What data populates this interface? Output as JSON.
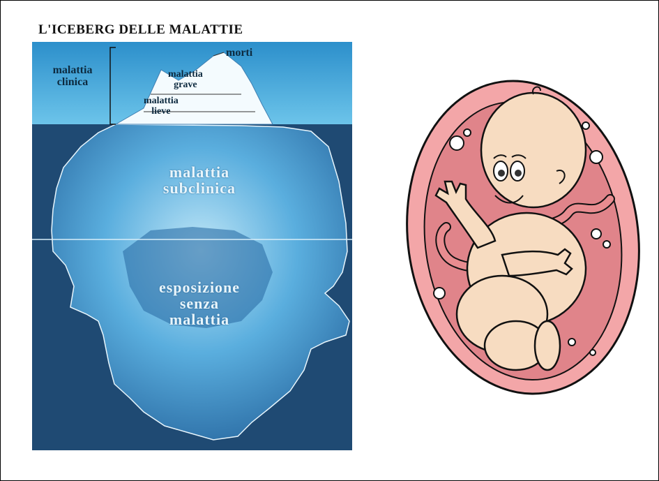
{
  "iceberg": {
    "title": "L'ICEBERG DELLE MALATTIE",
    "bracket_label": "malattia\nclinica",
    "labels": {
      "morti": "morti",
      "grave": "malattia\ngrave",
      "lieve": "malattia\nlieve",
      "subclinica": "malattia\nsubclinica",
      "esposizione": "esposizione\nsenza\nmalattia"
    }
  },
  "colors": {
    "sky": "#56b6e2",
    "deep_water": "#1f4a73",
    "ice_light": "#bfe6f7",
    "womb_outer": "#f3a6a8",
    "womb_inner": "#e0848a",
    "skin": "#f7dcc1"
  }
}
